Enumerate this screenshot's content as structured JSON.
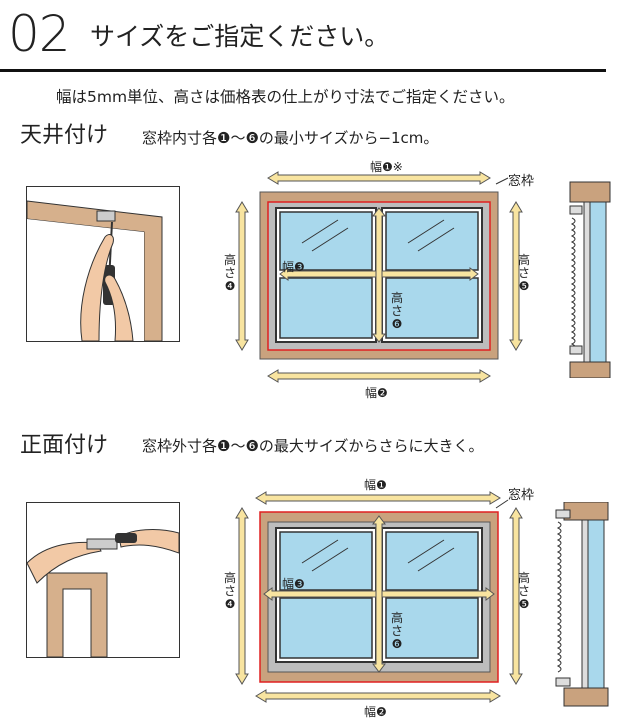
{
  "header": {
    "step_number": "02",
    "title": "サイズをご指定ください。",
    "intro": "幅は5mm単位、高さは価格表の仕上がり寸法でご指定ください。"
  },
  "section_ceiling": {
    "title": "天井付け",
    "description": "窓枠内寸各❶〜❻の最小サイズから−1cm。",
    "label_frame": "窓枠",
    "label_width1": "幅❶※",
    "label_width2": "幅❷",
    "label_width3": "幅❸",
    "label_height4_a": "高",
    "label_height4_b": "さ",
    "label_height4_c": "❹",
    "label_height5_a": "高",
    "label_height5_b": "さ",
    "label_height5_c": "❺",
    "label_height6_a": "高",
    "label_height6_b": "さ",
    "label_height6_c": "❻"
  },
  "section_front": {
    "title": "正面付け",
    "description": "窓枠外寸各❶〜❻の最大サイズからさらに大きく。",
    "label_frame": "窓枠",
    "label_width1": "幅❶",
    "label_width2": "幅❷",
    "label_width3": "幅❸",
    "label_height4_a": "高",
    "label_height4_b": "さ",
    "label_height4_c": "❹",
    "label_height5_a": "高",
    "label_height5_b": "さ",
    "label_height5_c": "❺",
    "label_height6_a": "高",
    "label_height6_b": "さ",
    "label_height6_c": "❻"
  },
  "colors": {
    "frame": "#c9a27e",
    "frame_inner": "#bdbdbd",
    "glass": "#a9d8ec",
    "arrow": "#f8e4a0",
    "red_line": "#e02020"
  }
}
